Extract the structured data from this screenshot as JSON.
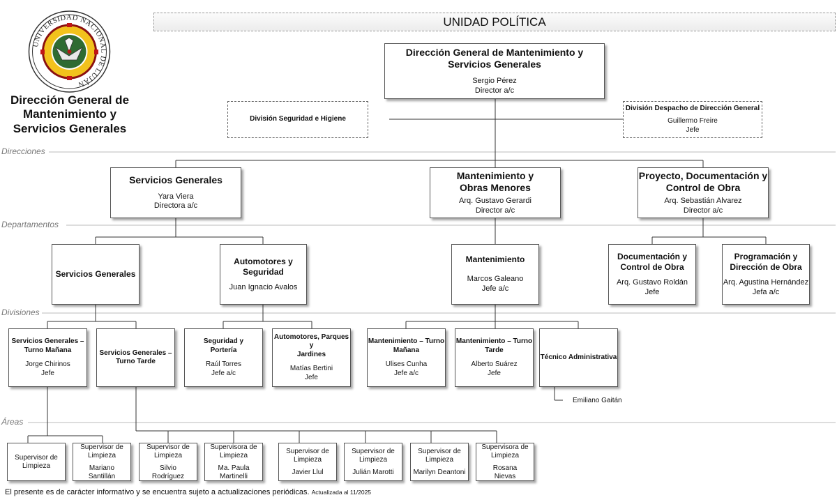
{
  "header": {
    "banner": "UNIDAD POLÍTICA",
    "logo_ring_text": "UNIVERSIDAD NACIONAL DE LUJÁN",
    "logo_title": [
      "Dirección General de",
      "Mantenimiento y",
      "Servicios Generales"
    ]
  },
  "levels": {
    "direcciones": "Direcciones",
    "departamentos": "Departamentos",
    "divisiones": "Divisiones",
    "areas": "Áreas"
  },
  "top": {
    "title": [
      "Dirección General de Mantenimiento y",
      "Servicios Generales"
    ],
    "name": "Sergio Pérez",
    "role": "Director a/c"
  },
  "staff": {
    "seguridad_higiene": {
      "title": "División Seguridad e Higiene"
    },
    "despacho": {
      "title": "División Despacho de Dirección General",
      "name": "Guillermo Freire",
      "role": "Jefe"
    }
  },
  "direcciones": [
    {
      "title": [
        "Servicios Generales"
      ],
      "name": "Yara Viera",
      "role": "Directora a/c"
    },
    {
      "title": [
        "Mantenimiento y",
        "Obras Menores"
      ],
      "name": "Arq. Gustavo Gerardi",
      "role": "Director a/c"
    },
    {
      "title": [
        "Proyecto, Documentación y",
        "Control de Obra"
      ],
      "name": "Arq. Sebastián Alvarez",
      "role": "Director a/c"
    }
  ],
  "departamentos": [
    {
      "title": [
        "Servicios Generales"
      ]
    },
    {
      "title": [
        "Automotores y",
        "Seguridad"
      ],
      "name": "Juan Ignacio Avalos"
    },
    {
      "title": [
        "Mantenimiento"
      ],
      "name": "Marcos Galeano",
      "role": "Jefe a/c"
    },
    {
      "title": [
        "Documentación y",
        "Control de Obra"
      ],
      "name": "Arq. Gustavo Roldán",
      "role": "Jefe"
    },
    {
      "title": [
        "Programación y",
        "Dirección de Obra"
      ],
      "name": "Arq. Agustina Hernández",
      "role": "Jefa a/c"
    }
  ],
  "divisiones": [
    {
      "title": [
        "Servicios Generales –",
        "Turno Mañana"
      ],
      "name": "Jorge Chirinos",
      "role": "Jefe"
    },
    {
      "title": [
        "Servicios Generales –",
        "Turno Tarde"
      ]
    },
    {
      "title": [
        "Seguridad y",
        "Portería"
      ],
      "name": "Raúl Torres",
      "role": "Jefe a/c"
    },
    {
      "title": [
        "Automotores, Parques y",
        "Jardines"
      ],
      "name": "Matías Bertini",
      "role": "Jefe"
    },
    {
      "title": [
        "Mantenimiento – Turno",
        "Mañana"
      ],
      "name": "Ulises Cunha",
      "role": "Jefe a/c"
    },
    {
      "title": [
        "Mantenimiento – Turno",
        "Tarde"
      ],
      "name": "Alberto Suárez",
      "role": "Jefe"
    },
    {
      "title": [
        "Técnico Administrativa"
      ]
    }
  ],
  "tecnico_staff": "Emiliano Gaitán",
  "areas": [
    {
      "title": [
        "Supervisor de",
        "Limpieza"
      ]
    },
    {
      "title": [
        "Supervisor de",
        "Limpieza"
      ],
      "name": [
        "Mariano",
        "Santillán"
      ]
    },
    {
      "title": [
        "Supervisor de",
        "Limpieza"
      ],
      "name": [
        "Silvio",
        "Rodríguez"
      ]
    },
    {
      "title": [
        "Supervisora de",
        "Limpieza"
      ],
      "name": [
        "Ma. Paula",
        "Martinelli"
      ]
    },
    {
      "title": [
        "Supervisor de",
        "Limpieza"
      ],
      "name": [
        "Javier Llul"
      ]
    },
    {
      "title": [
        "Supervisor de",
        "Limpieza"
      ],
      "name": [
        "Julián Marotti"
      ]
    },
    {
      "title": [
        "Supervisor de",
        "Limpieza"
      ],
      "name": [
        "Marilyn Deantoni"
      ]
    },
    {
      "title": [
        "Supervisora de",
        "Limpieza"
      ],
      "name": [
        "Rosana",
        "Nievas"
      ]
    }
  ],
  "footer": {
    "text": "El presente es de carácter informativo y se encuentra sujeto a actualizaciones periódicas.",
    "updated": "Actualizada al 11/2025"
  }
}
